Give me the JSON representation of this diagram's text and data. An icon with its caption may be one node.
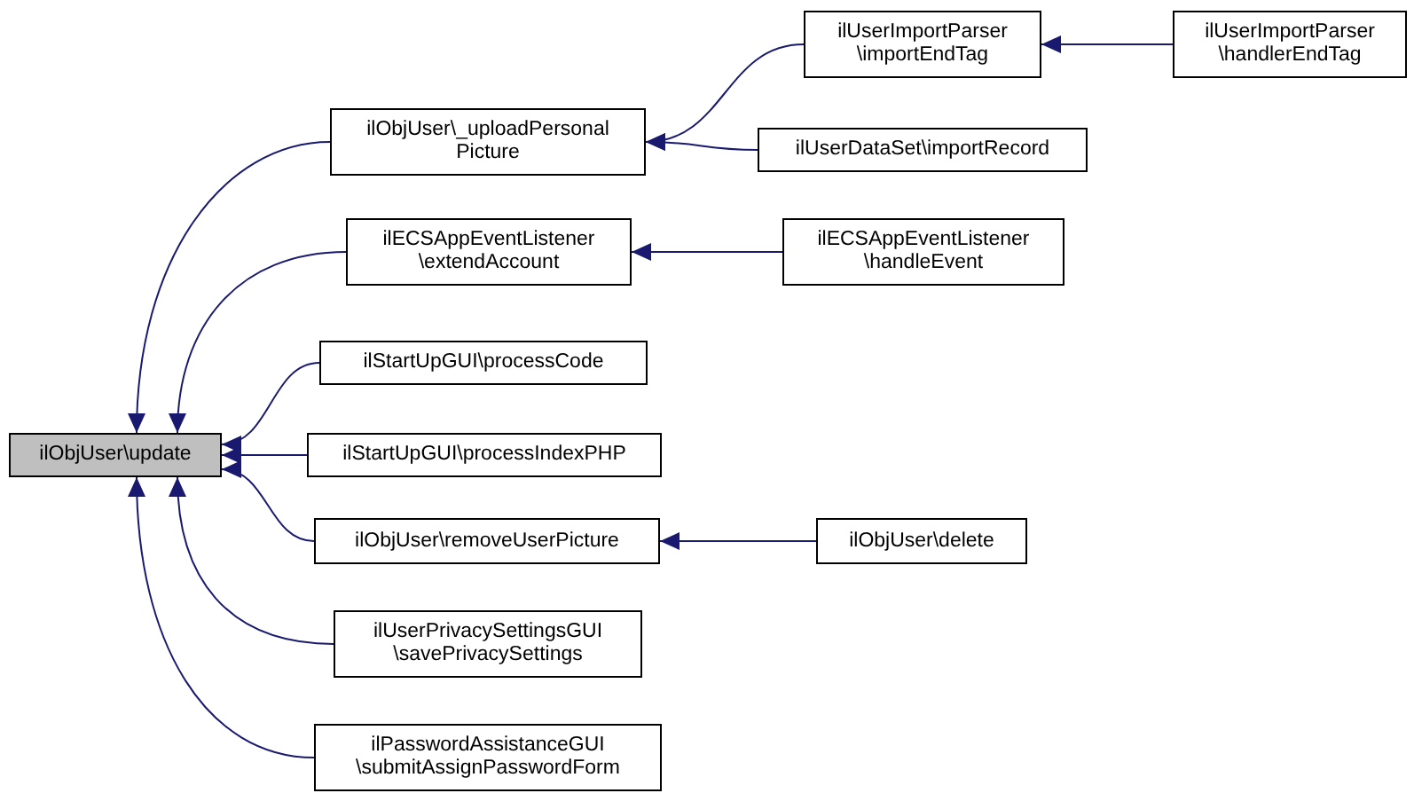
{
  "diagram": {
    "nodes": [
      {
        "text": [
          "ilObjUser\\update"
        ]
      },
      {
        "text": [
          "ilObjUser\\_uploadPersonal Picture"
        ]
      },
      {
        "text": [
          "ilUserImportParser \\importEndTag"
        ]
      },
      {
        "text": [
          "ilUserImportParser \\handlerEndTag"
        ]
      },
      {
        "text": [
          "ilUserDataSet\\importRecord"
        ]
      },
      {
        "text": [
          "ilECSAppEventListener \\extendAccount"
        ]
      },
      {
        "text": [
          "ilECSAppEventListener \\handleEvent"
        ]
      },
      {
        "text": [
          "ilStartUpGUI\\processCode"
        ]
      },
      {
        "text": [
          "ilStartUpGUI\\processIndexPHP"
        ]
      },
      {
        "text": [
          "ilObjUser\\removeUserPicture"
        ]
      },
      {
        "text": [
          "ilObjUser\\delete"
        ]
      },
      {
        "text": [
          "ilUserPrivacySettingsGUI \\savePrivacySettings"
        ]
      },
      {
        "text": [
          "ilPasswordAssistanceGUI \\submitAssignPasswordForm"
        ]
      }
    ],
    "edges": [
      {
        "from": 1,
        "to": 0,
        "arrow": "to"
      },
      {
        "from": 2,
        "to": 1,
        "arrow": "to"
      },
      {
        "from": 3,
        "to": 2,
        "arrow": "to"
      },
      {
        "from": 4,
        "to": 1,
        "arrow": "to"
      },
      {
        "from": 5,
        "to": 0,
        "arrow": "to"
      },
      {
        "from": 6,
        "to": 5,
        "arrow": "to"
      },
      {
        "from": 7,
        "to": 0,
        "arrow": "to"
      },
      {
        "from": 8,
        "to": 0,
        "arrow": "to"
      },
      {
        "from": 9,
        "to": 0,
        "arrow": "to"
      },
      {
        "from": 10,
        "to": 9,
        "arrow": "to"
      },
      {
        "from": 11,
        "to": 0,
        "arrow": "to"
      },
      {
        "from": 12,
        "to": 0,
        "arrow": "to"
      }
    ]
  }
}
